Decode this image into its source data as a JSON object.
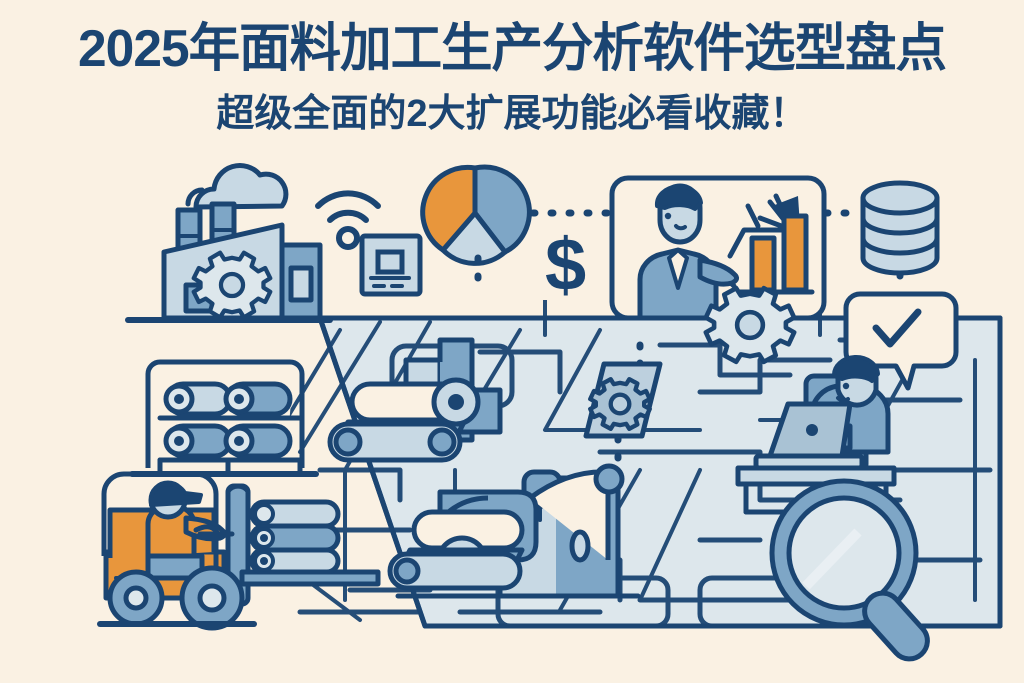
{
  "poster": {
    "title": "2025年面料加工生产分析软件选型盘点",
    "subtitle": "超级全面的2大扩展功能必看收藏！",
    "background_color": "#faf1e3",
    "ink_color": "#1b4572",
    "fill_light": "#c8d9e4",
    "fill_mid": "#7ea6c6",
    "fill_pale": "#dde7ec",
    "accent_orange": "#e8963c",
    "style": "flat line illustration, navy and orange on cream"
  },
  "illustration": {
    "description": "Textile factory production-analysis infographic: factory, IoT and data icons connected by a circuit-board maze, with machinery, forklift and analyst figures.",
    "elements": [
      {
        "name": "factory-icon",
        "label": "工厂",
        "detail": "factory building with two smokestacks, gear on facade and smoke cloud",
        "color": "#c8d9e4"
      },
      {
        "name": "smoke-cloud-icon",
        "label": "烟云",
        "detail": "cloud of smoke above chimneys",
        "color": "#c8d9e4"
      },
      {
        "name": "wifi-icon",
        "label": "无线网络",
        "detail": "three-arc wifi signal with dot",
        "color": "#1b4572"
      },
      {
        "name": "monitor-icon",
        "label": "终端屏幕",
        "detail": "small framed screen / terminal panel",
        "color": "#c8d9e4"
      },
      {
        "name": "pie-chart-icon",
        "label": "饼图",
        "detail": "three-slice pie chart",
        "slices": [
          {
            "name": "slice-orange",
            "color": "#e8963c",
            "share": 33
          },
          {
            "name": "slice-blue",
            "color": "#7ea6c6",
            "share": 42
          },
          {
            "name": "slice-pale",
            "color": "#c8d9e4",
            "share": 25
          }
        ]
      },
      {
        "name": "dollar-icon",
        "label": "成本",
        "symbol": "$",
        "color": "#1b4572"
      },
      {
        "name": "presenter-card",
        "label": "数据汇报",
        "detail": "businessman presenting an ascending bar chart with trend arrow inside a rounded card"
      },
      {
        "name": "bar-chart-icon",
        "label": "柱状图",
        "bars": [
          48,
          74
        ],
        "bar_color": "#e8963c",
        "arrow": "上升趋势"
      },
      {
        "name": "database-icon",
        "label": "数据库",
        "detail": "three-layer cylinder",
        "color": "#c8d9e4"
      },
      {
        "name": "check-bubble-icon",
        "label": "校验通过",
        "symbol": "✓",
        "detail": "speech bubble containing a check mark"
      },
      {
        "name": "gear-icon-large",
        "label": "齿轮",
        "detail": "gear wheel beside presenter card",
        "color": "#dde7ec"
      },
      {
        "name": "gear-in-diamond-icon",
        "label": "流程节点",
        "detail": "gear inside a parallelogram node on the circuit maze"
      },
      {
        "name": "roll-rack-icon",
        "label": "面料货架",
        "detail": "shelf rack holding four fabric rolls in two rows"
      },
      {
        "name": "conveyor-machine-icon",
        "label": "输送机",
        "detail": "small fabric conveyor with roller head"
      },
      {
        "name": "processing-machine-icon",
        "label": "加工机台",
        "detail": "large textile processing machine feeding a fabric web"
      },
      {
        "name": "forklift-icon",
        "label": "叉车",
        "detail": "orange forklift with driver lifting stacked fabric rolls",
        "color": "#e8963c"
      },
      {
        "name": "fabric-roll-stack-icon",
        "label": "面料卷",
        "detail": "stack of fabric rolls on forklift forks"
      },
      {
        "name": "analyst-laptop-icon",
        "label": "分析师与笔记本",
        "detail": "seated person working on a laptop at a desk"
      },
      {
        "name": "magnifier-icon",
        "label": "放大镜分析",
        "detail": "large magnifying glass over circuit lines",
        "color": "#7ea6c6"
      },
      {
        "name": "circuit-maze",
        "label": "生产数据流",
        "detail": "circuit-board style maze of paths linking all nodes",
        "color": "#dde7ec"
      },
      {
        "name": "dotted-connectors",
        "label": "数据连线",
        "detail": "dotted lines linking pie chart, presenter card and database"
      }
    ]
  }
}
